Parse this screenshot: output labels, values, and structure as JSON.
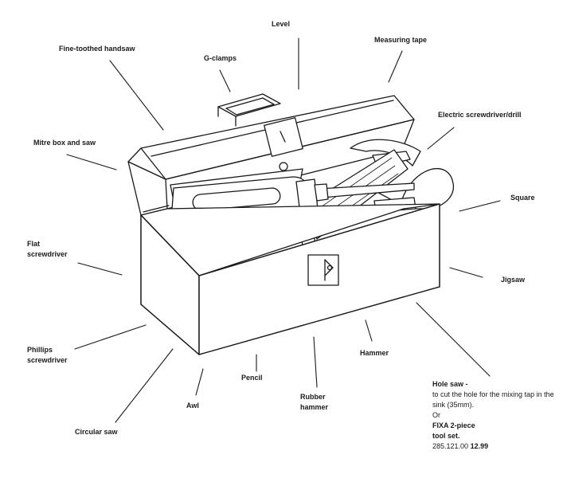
{
  "labels": {
    "level": "Level",
    "fine_handsaw": "Fine-toothed handsaw",
    "g_clamps": "G-clamps",
    "measuring_tape": "Measuring tape",
    "electric_drill": "Electric screwdriver/drill",
    "mitre_box": "Mitre box and saw",
    "square": "Square",
    "flat_screwdriver": [
      "Flat",
      "screwdriver"
    ],
    "jigsaw": "Jigsaw",
    "phillips_screwdriver": [
      "Phillips",
      "screwdriver"
    ],
    "hammer": "Hammer",
    "pencil": "Pencil",
    "rubber_hammer": [
      "Rubber",
      "hammer"
    ],
    "awl": "Awl",
    "circular_saw": "Circular saw"
  },
  "hole_saw": {
    "title": "Hole saw -",
    "description": "to cut the hole for the mixing tap in the sink (35mm).",
    "or": "Or",
    "product_name": [
      "FIXA 2-piece",
      "tool set."
    ],
    "article_number": "285.121.00",
    "price": "12.99"
  }
}
